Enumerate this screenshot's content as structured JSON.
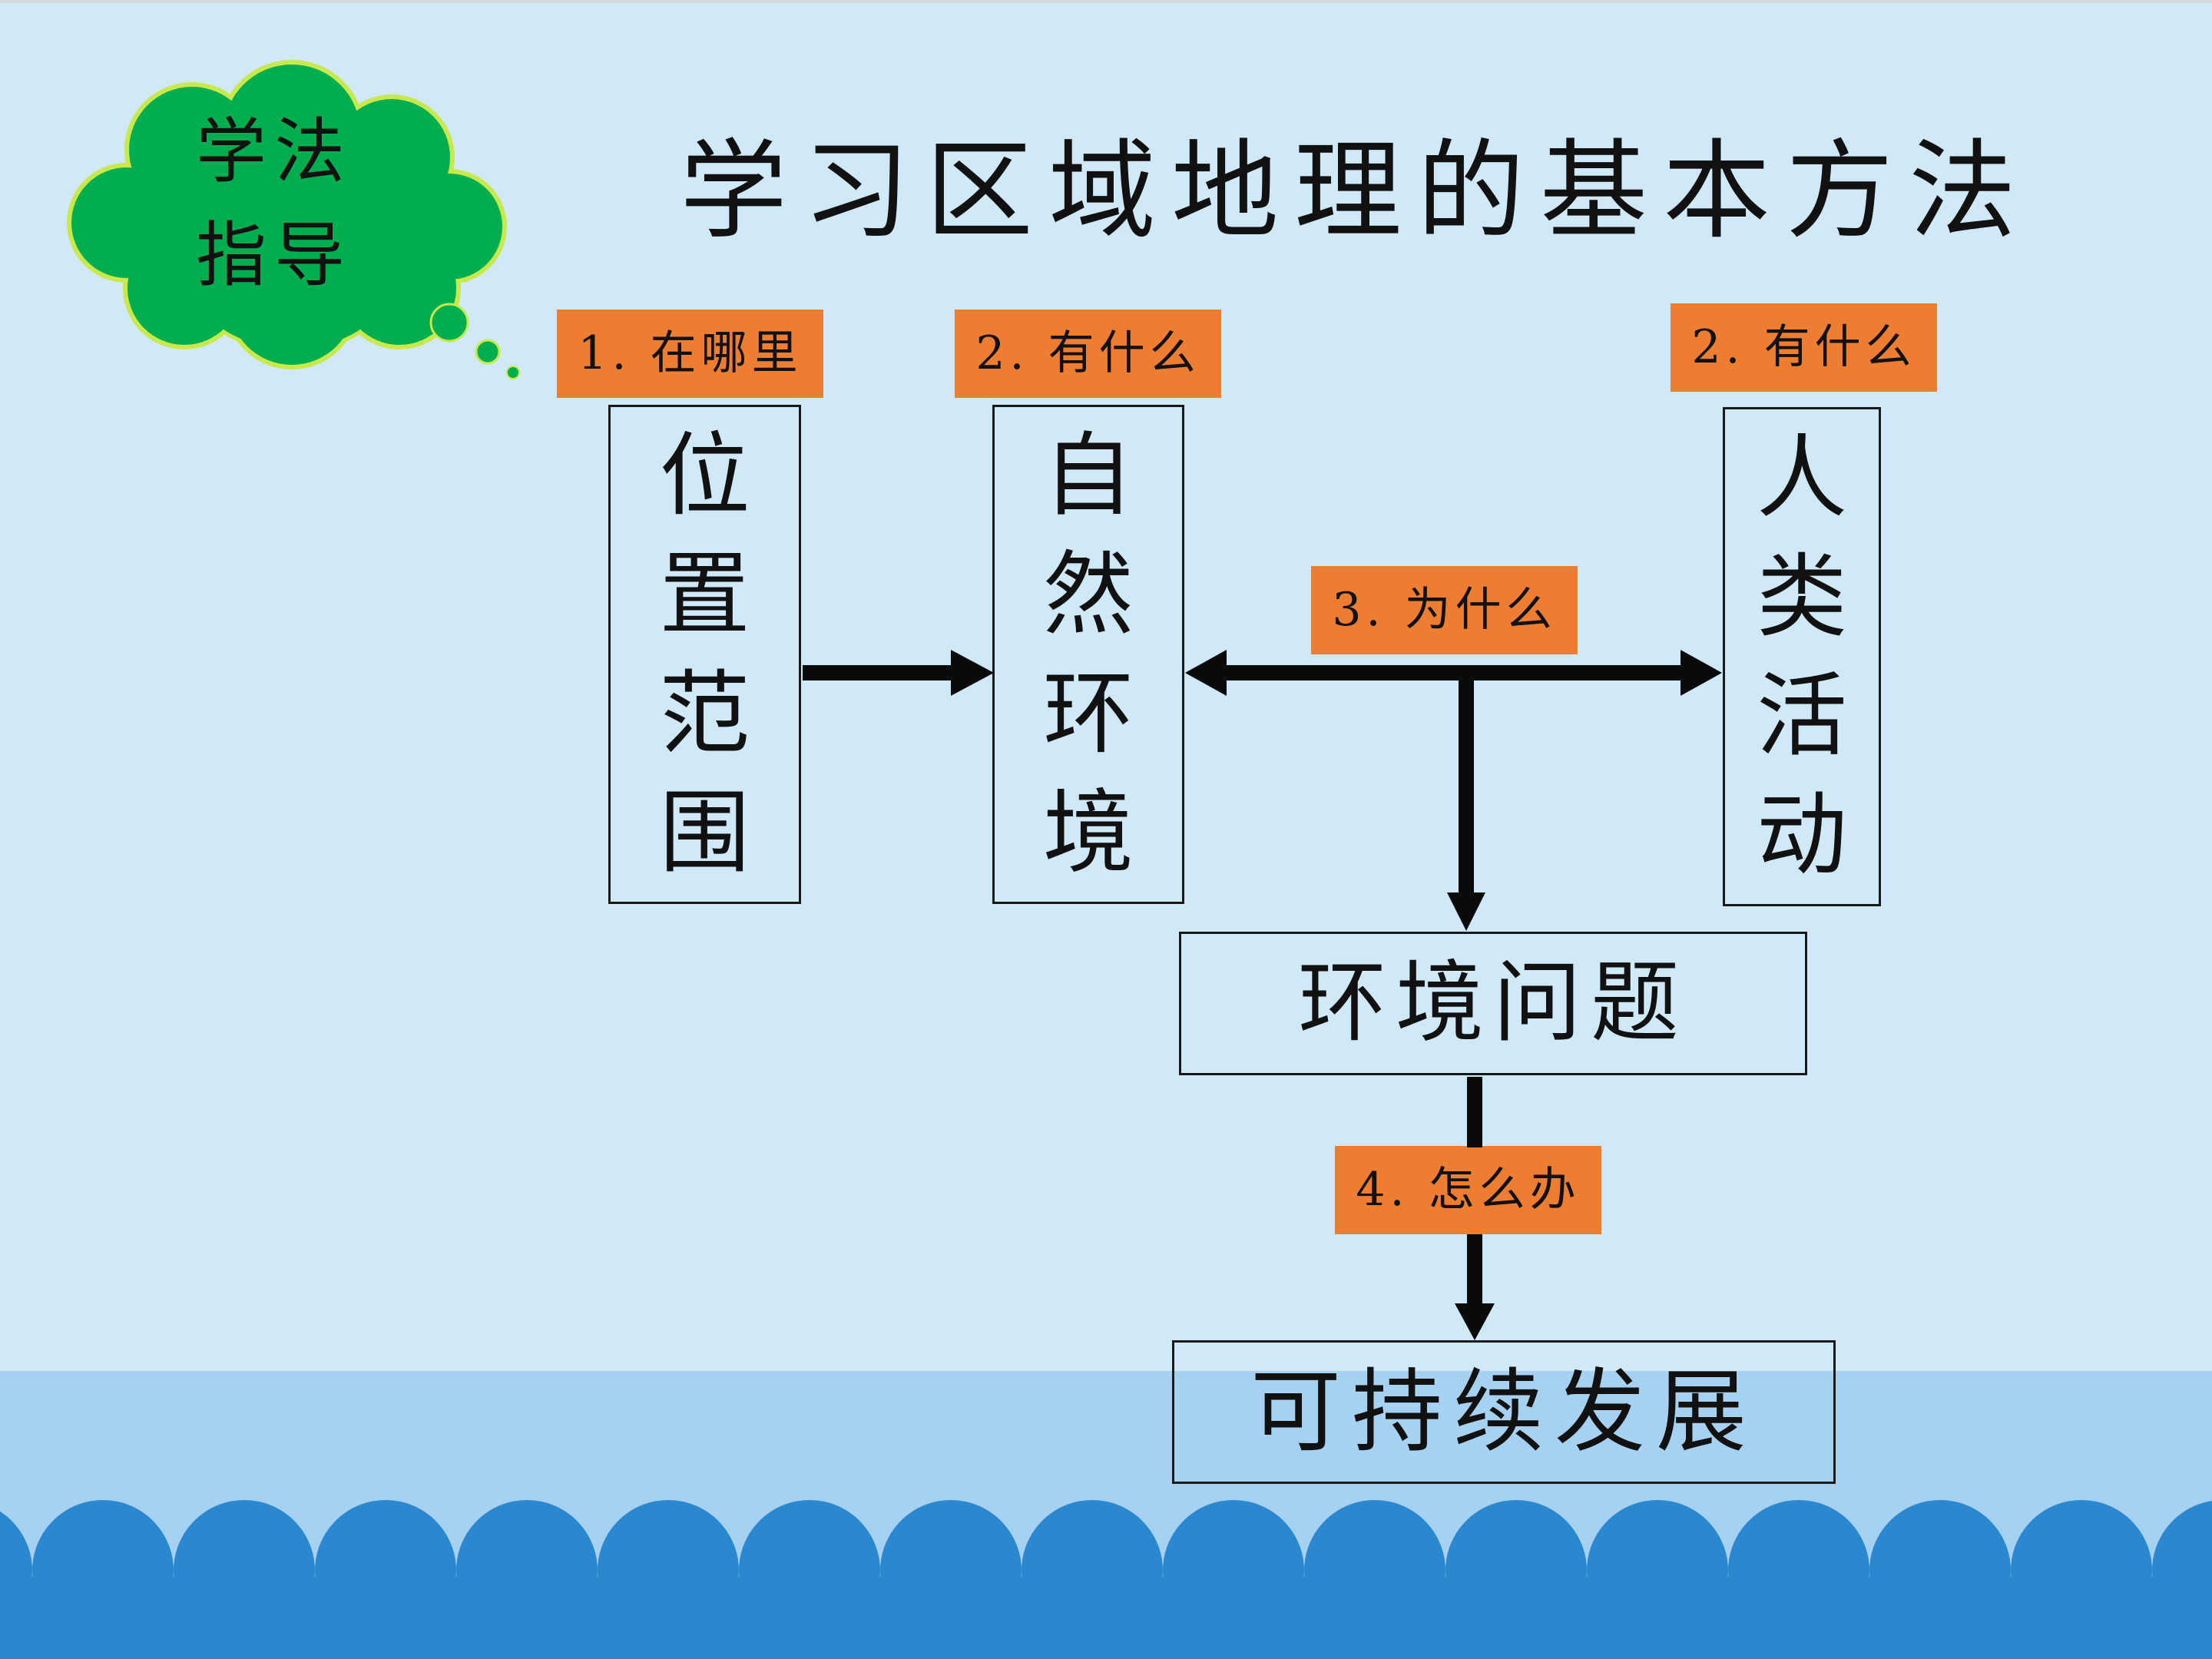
{
  "title": "学习区域地理的基本方法",
  "badge": {
    "line1": "学法",
    "line2": "指导"
  },
  "tags": {
    "where": "1. 在哪里",
    "what_nature": "2. 有什么",
    "what_human": "2. 有什么",
    "why": "3. 为什么",
    "how": "4. 怎么办"
  },
  "boxes": {
    "location": [
      "位",
      "置",
      "范",
      "围"
    ],
    "nature": [
      "自",
      "然",
      "环",
      "境"
    ],
    "human": [
      "人",
      "类",
      "活",
      "动"
    ],
    "env_problem": "环境问题",
    "sustainable": "可持续发展"
  },
  "colors": {
    "background": "#cfe9f8",
    "tag": "#ed7d31",
    "cloud": "#00ad4f",
    "wave": "#2b88cf"
  }
}
